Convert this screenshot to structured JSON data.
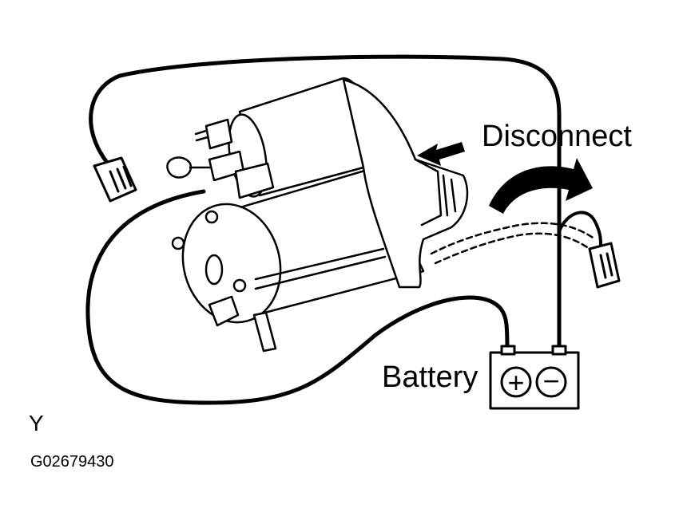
{
  "labels": {
    "disconnect": "Disconnect",
    "battery": "Battery",
    "view_letter": "Y",
    "figure_code": "G02679430"
  },
  "battery_terminals": {
    "positive": "+",
    "negative": "−"
  },
  "colors": {
    "line": "#000000",
    "background": "#ffffff"
  },
  "icons": [
    "starter-motor-drawing",
    "battery-icon",
    "disconnect-arrow-icon",
    "connector-plug-icon",
    "pointer-arrow-icon"
  ]
}
